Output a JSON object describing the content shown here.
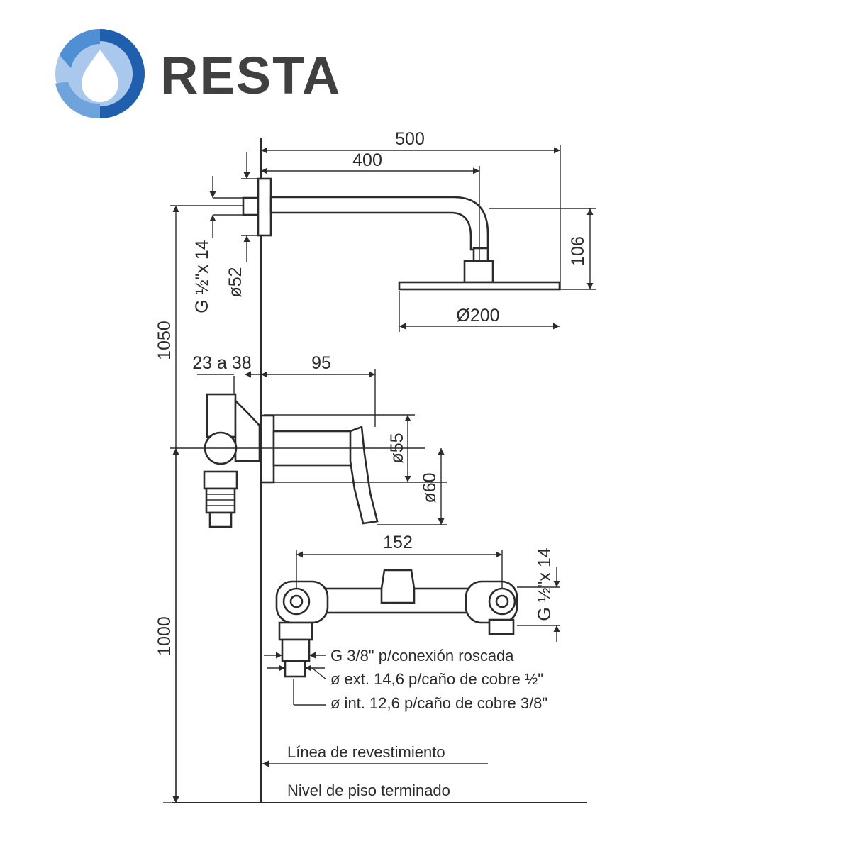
{
  "brand": {
    "name": "RESTA",
    "colors": {
      "dark": "#1f5fae",
      "mid": "#4f8fd3",
      "light": "#a9c8ec",
      "text": "#404040"
    }
  },
  "dimensions": {
    "total_arm": "500",
    "arm_length": "400",
    "head_height": "106",
    "head_diameter": "Ø200",
    "arm_thread": "G ½\"x 14",
    "flange_diameter": "ø52",
    "height_arm": "1050",
    "wall_range": "23 a 38",
    "handle_projection": "95",
    "handle_diameter": "ø55",
    "rosette_diameter": "ø60",
    "height_mixer": "1000",
    "mixer_centers": "152",
    "mixer_thread": "G ½\"x 14"
  },
  "notes": {
    "connection_thread": "G 3/8\" p/conexión roscada",
    "copper_ext": "ø ext. 14,6 p/caño de cobre ½\"",
    "copper_int": "ø int. 12,6 p/caño de cobre 3/8\"",
    "wall_line": "Línea de revestimiento",
    "floor_level": "Nivel de piso terminado"
  }
}
